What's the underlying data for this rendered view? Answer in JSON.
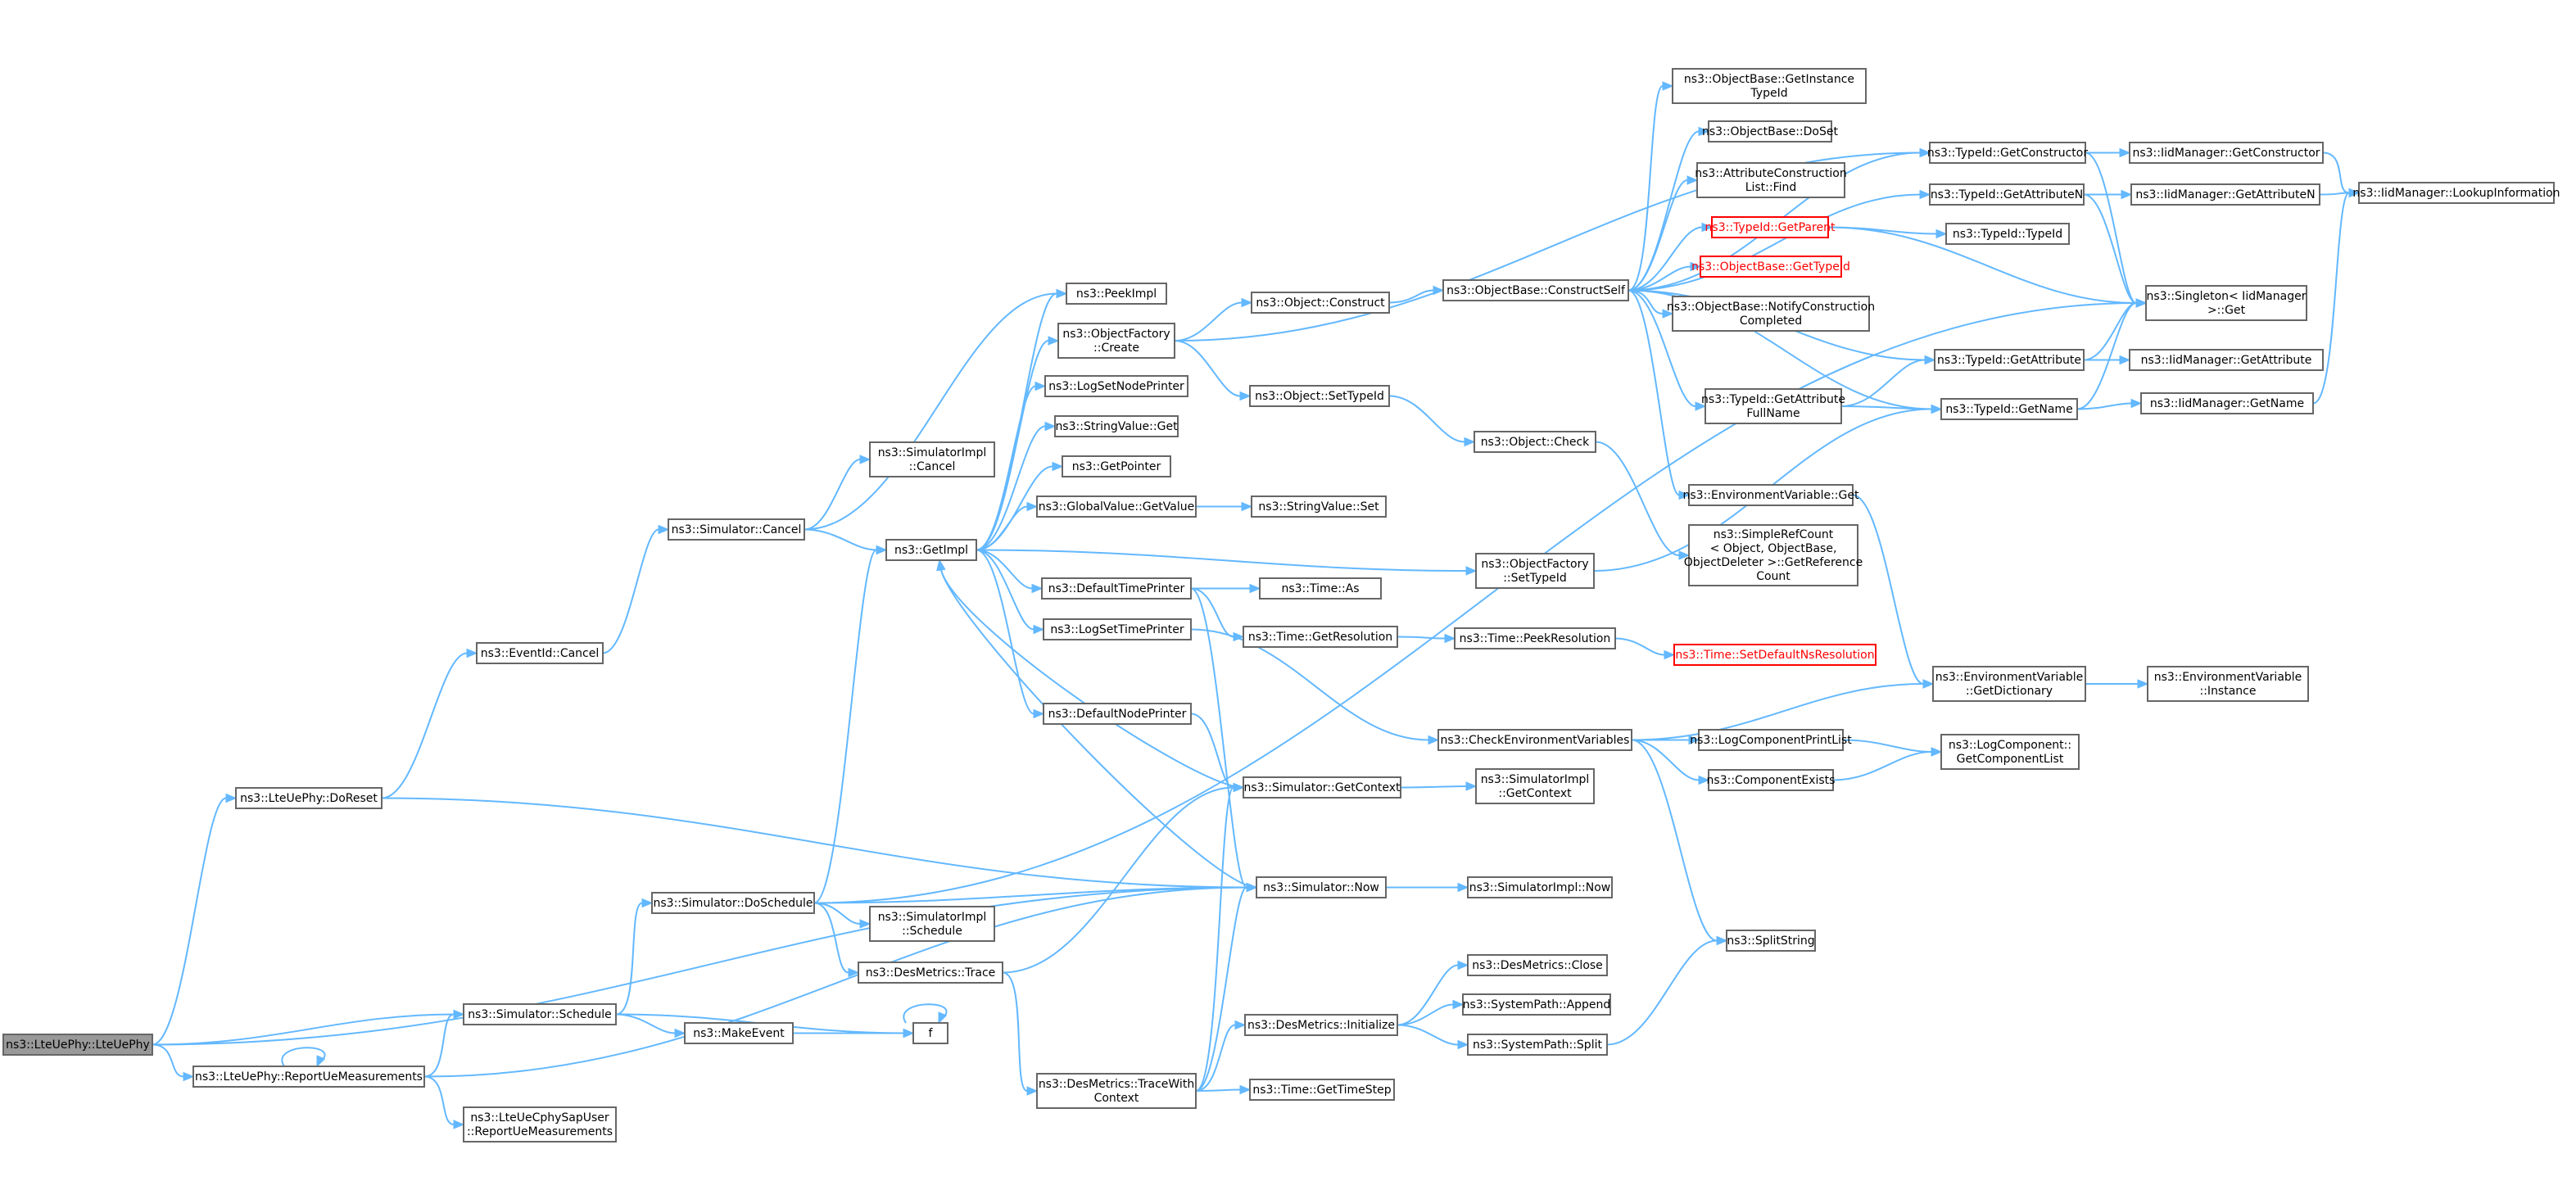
{
  "colors": {
    "edge": "#63b8ff",
    "node_border": "#666666",
    "root_fill": "#999999",
    "missing_border": "#ff0000"
  },
  "nodes": [
    {
      "id": "root",
      "lines": [
        "ns3::LteUePhy::LteUePhy"
      ],
      "style": "root"
    },
    {
      "id": "doreset",
      "lines": [
        "ns3::LteUePhy::DoReset"
      ]
    },
    {
      "id": "reportue",
      "lines": [
        "ns3::LteUePhy::ReportUeMeasurements"
      ]
    },
    {
      "id": "cphysap",
      "lines": [
        "ns3::LteUeCphySapUser",
        "::ReportUeMeasurements"
      ]
    },
    {
      "id": "eventcancel",
      "lines": [
        "ns3::EventId::Cancel"
      ]
    },
    {
      "id": "simcancel",
      "lines": [
        "ns3::Simulator::Cancel"
      ]
    },
    {
      "id": "simschedule",
      "lines": [
        "ns3::Simulator::Schedule"
      ]
    },
    {
      "id": "doschedule",
      "lines": [
        "ns3::Simulator::DoSchedule"
      ]
    },
    {
      "id": "implcancel",
      "lines": [
        "ns3::SimulatorImpl",
        "::Cancel"
      ]
    },
    {
      "id": "getimpl",
      "lines": [
        "ns3::GetImpl"
      ]
    },
    {
      "id": "implschedule",
      "lines": [
        "ns3::SimulatorImpl",
        "::Schedule"
      ]
    },
    {
      "id": "destrace",
      "lines": [
        "ns3::DesMetrics::Trace"
      ]
    },
    {
      "id": "makeevent",
      "lines": [
        "ns3::MakeEvent"
      ]
    },
    {
      "id": "f",
      "lines": [
        "f"
      ]
    },
    {
      "id": "peekimpl",
      "lines": [
        "ns3::PeekImpl"
      ]
    },
    {
      "id": "ofcreate",
      "lines": [
        "ns3::ObjectFactory",
        "::Create"
      ]
    },
    {
      "id": "logsetnode",
      "lines": [
        "ns3::LogSetNodePrinter"
      ]
    },
    {
      "id": "strget",
      "lines": [
        "ns3::StringValue::Get"
      ]
    },
    {
      "id": "getpointer",
      "lines": [
        "ns3::GetPointer"
      ]
    },
    {
      "id": "gvgetvalue",
      "lines": [
        "ns3::GlobalValue::GetValue"
      ]
    },
    {
      "id": "deftime",
      "lines": [
        "ns3::DefaultTimePrinter"
      ]
    },
    {
      "id": "logsettime",
      "lines": [
        "ns3::LogSetTimePrinter"
      ]
    },
    {
      "id": "defnode",
      "lines": [
        "ns3::DefaultNodePrinter"
      ]
    },
    {
      "id": "tracewith",
      "lines": [
        "ns3::DesMetrics::TraceWith",
        "Context"
      ]
    },
    {
      "id": "objconstruct",
      "lines": [
        "ns3::Object::Construct"
      ]
    },
    {
      "id": "objsettypeid",
      "lines": [
        "ns3::Object::SetTypeId"
      ]
    },
    {
      "id": "strset",
      "lines": [
        "ns3::StringValue::Set"
      ]
    },
    {
      "id": "timeas",
      "lines": [
        "ns3::Time::As"
      ]
    },
    {
      "id": "timegetres",
      "lines": [
        "ns3::Time::GetResolution"
      ]
    },
    {
      "id": "getcontext",
      "lines": [
        "ns3::Simulator::GetContext"
      ]
    },
    {
      "id": "simnow",
      "lines": [
        "ns3::Simulator::Now"
      ]
    },
    {
      "id": "desinit",
      "lines": [
        "ns3::DesMetrics::Initialize"
      ]
    },
    {
      "id": "gettimestep",
      "lines": [
        "ns3::Time::GetTimeStep"
      ]
    },
    {
      "id": "constructself",
      "lines": [
        "ns3::ObjectBase::ConstructSelf"
      ]
    },
    {
      "id": "objcheck",
      "lines": [
        "ns3::Object::Check"
      ]
    },
    {
      "id": "ofsettypeid",
      "lines": [
        "ns3::ObjectFactory",
        "::SetTypeId"
      ]
    },
    {
      "id": "timepeekres",
      "lines": [
        "ns3::Time::PeekResolution"
      ]
    },
    {
      "id": "checkenv",
      "lines": [
        "ns3::CheckEnvironmentVariables"
      ]
    },
    {
      "id": "implgetcontext",
      "lines": [
        "ns3::SimulatorImpl",
        "::GetContext"
      ]
    },
    {
      "id": "implnow",
      "lines": [
        "ns3::SimulatorImpl::Now"
      ]
    },
    {
      "id": "desclose",
      "lines": [
        "ns3::DesMetrics::Close"
      ]
    },
    {
      "id": "spappend",
      "lines": [
        "ns3::SystemPath::Append"
      ]
    },
    {
      "id": "spsplit",
      "lines": [
        "ns3::SystemPath::Split"
      ]
    },
    {
      "id": "obgetinst",
      "lines": [
        "ns3::ObjectBase::GetInstance",
        "TypeId"
      ]
    },
    {
      "id": "obdoset",
      "lines": [
        "ns3::ObjectBase::DoSet"
      ]
    },
    {
      "id": "acfind",
      "lines": [
        "ns3::AttributeConstruction",
        "List::Find"
      ]
    },
    {
      "id": "tidgetparent",
      "lines": [
        "ns3::TypeId::GetParent"
      ],
      "style": "red"
    },
    {
      "id": "obgettypeid",
      "lines": [
        "ns3::ObjectBase::GetTypeId"
      ],
      "style": "red"
    },
    {
      "id": "obnotify",
      "lines": [
        "ns3::ObjectBase::NotifyConstruction",
        "Completed"
      ]
    },
    {
      "id": "tidgetattrfull",
      "lines": [
        "ns3::TypeId::GetAttribute",
        "FullName"
      ]
    },
    {
      "id": "envget",
      "lines": [
        "ns3::EnvironmentVariable::Get"
      ]
    },
    {
      "id": "simplerefcount",
      "lines": [
        "ns3::SimpleRefCount",
        "< Object, ObjectBase,",
        "ObjectDeleter >::GetReference",
        "Count"
      ]
    },
    {
      "id": "setdefaultres",
      "lines": [
        "ns3::Time::SetDefaultNsResolution"
      ],
      "style": "red"
    },
    {
      "id": "logcompprint",
      "lines": [
        "ns3::LogComponentPrintList"
      ]
    },
    {
      "id": "compexists",
      "lines": [
        "ns3::ComponentExists"
      ]
    },
    {
      "id": "splitstring",
      "lines": [
        "ns3::SplitString"
      ]
    },
    {
      "id": "tidgetctor",
      "lines": [
        "ns3::TypeId::GetConstructor"
      ]
    },
    {
      "id": "tidgetattrn",
      "lines": [
        "ns3::TypeId::GetAttributeN"
      ]
    },
    {
      "id": "tidtypeid",
      "lines": [
        "ns3::TypeId::TypeId"
      ]
    },
    {
      "id": "tidgetattr",
      "lines": [
        "ns3::TypeId::GetAttribute"
      ]
    },
    {
      "id": "tidgetname",
      "lines": [
        "ns3::TypeId::GetName"
      ]
    },
    {
      "id": "envgetdict",
      "lines": [
        "ns3::EnvironmentVariable",
        "::GetDictionary"
      ]
    },
    {
      "id": "logcompgetlist",
      "lines": [
        "ns3::LogComponent::",
        "GetComponentList"
      ]
    },
    {
      "id": "iidgetctor",
      "lines": [
        "ns3::IidManager::GetConstructor"
      ]
    },
    {
      "id": "iidgetattrn",
      "lines": [
        "ns3::IidManager::GetAttributeN"
      ]
    },
    {
      "id": "singleton",
      "lines": [
        "ns3::Singleton< IidManager",
        ">::Get"
      ]
    },
    {
      "id": "iidgetattr",
      "lines": [
        "ns3::IidManager::GetAttribute"
      ]
    },
    {
      "id": "iidgetname",
      "lines": [
        "ns3::IidManager::GetName"
      ]
    },
    {
      "id": "envinstance",
      "lines": [
        "ns3::EnvironmentVariable",
        "::Instance"
      ]
    },
    {
      "id": "iidlookup",
      "lines": [
        "ns3::IidManager::LookupInformation"
      ]
    }
  ],
  "edges": [
    [
      "root",
      "doreset"
    ],
    [
      "root",
      "simschedule"
    ],
    [
      "root",
      "reportue"
    ],
    [
      "root",
      "simnow"
    ],
    [
      "doreset",
      "eventcancel"
    ],
    [
      "doreset",
      "simnow"
    ],
    [
      "reportue",
      "reportue"
    ],
    [
      "reportue",
      "simschedule"
    ],
    [
      "reportue",
      "cphysap"
    ],
    [
      "reportue",
      "simnow"
    ],
    [
      "eventcancel",
      "simcancel"
    ],
    [
      "simcancel",
      "implcancel"
    ],
    [
      "simcancel",
      "getimpl"
    ],
    [
      "simcancel",
      "peekimpl"
    ],
    [
      "simschedule",
      "doschedule"
    ],
    [
      "simschedule",
      "makeevent"
    ],
    [
      "simschedule",
      "f"
    ],
    [
      "doschedule",
      "getimpl"
    ],
    [
      "doschedule",
      "implschedule"
    ],
    [
      "doschedule",
      "destrace"
    ],
    [
      "doschedule",
      "simnow"
    ],
    [
      "doschedule",
      "singleton"
    ],
    [
      "makeevent",
      "f"
    ],
    [
      "f",
      "f"
    ],
    [
      "destrace",
      "getcontext"
    ],
    [
      "destrace",
      "tracewith"
    ],
    [
      "tracewith",
      "desinit"
    ],
    [
      "tracewith",
      "gettimestep"
    ],
    [
      "tracewith",
      "getcontext"
    ],
    [
      "tracewith",
      "simnow"
    ],
    [
      "getimpl",
      "peekimpl"
    ],
    [
      "getimpl",
      "ofcreate"
    ],
    [
      "getimpl",
      "logsetnode"
    ],
    [
      "getimpl",
      "strget"
    ],
    [
      "getimpl",
      "getpointer"
    ],
    [
      "getimpl",
      "gvgetvalue"
    ],
    [
      "getimpl",
      "deftime"
    ],
    [
      "getimpl",
      "logsettime"
    ],
    [
      "getimpl",
      "defnode"
    ],
    [
      "getimpl",
      "ofsettypeid"
    ],
    [
      "ofcreate",
      "objconstruct"
    ],
    [
      "ofcreate",
      "objsettypeid"
    ],
    [
      "ofcreate",
      "tidgetctor"
    ],
    [
      "gvgetvalue",
      "strset"
    ],
    [
      "deftime",
      "timeas"
    ],
    [
      "deftime",
      "timegetres"
    ],
    [
      "deftime",
      "simnow"
    ],
    [
      "logsettime",
      "checkenv"
    ],
    [
      "defnode",
      "getcontext"
    ],
    [
      "getcontext",
      "getimpl"
    ],
    [
      "getcontext",
      "implgetcontext"
    ],
    [
      "simnow",
      "getimpl"
    ],
    [
      "simnow",
      "implnow"
    ],
    [
      "desinit",
      "desclose"
    ],
    [
      "desinit",
      "spappend"
    ],
    [
      "desinit",
      "spsplit"
    ],
    [
      "objconstruct",
      "constructself"
    ],
    [
      "objsettypeid",
      "objcheck"
    ],
    [
      "objcheck",
      "simplerefcount"
    ],
    [
      "timegetres",
      "timepeekres"
    ],
    [
      "timepeekres",
      "setdefaultres"
    ],
    [
      "ofsettypeid",
      "tidgetname"
    ],
    [
      "constructself",
      "obgetinst"
    ],
    [
      "constructself",
      "obdoset"
    ],
    [
      "constructself",
      "acfind"
    ],
    [
      "constructself",
      "tidgetparent"
    ],
    [
      "constructself",
      "obgettypeid"
    ],
    [
      "constructself",
      "obnotify"
    ],
    [
      "constructself",
      "tidgetattr"
    ],
    [
      "constructself",
      "tidgetattrfull"
    ],
    [
      "constructself",
      "tidgetname"
    ],
    [
      "constructself",
      "envget"
    ],
    [
      "constructself",
      "tidgetattrn"
    ],
    [
      "constructself",
      "tidgetctor"
    ],
    [
      "tidgetparent",
      "tidtypeid"
    ],
    [
      "tidgetparent",
      "singleton"
    ],
    [
      "tidgetattrfull",
      "tidgetattr"
    ],
    [
      "tidgetattrfull",
      "tidgetname"
    ],
    [
      "envget",
      "envgetdict"
    ],
    [
      "checkenv",
      "envgetdict"
    ],
    [
      "checkenv",
      "logcompprint"
    ],
    [
      "checkenv",
      "compexists"
    ],
    [
      "checkenv",
      "splitstring"
    ],
    [
      "spsplit",
      "splitstring"
    ],
    [
      "logcompprint",
      "logcompgetlist"
    ],
    [
      "compexists",
      "logcompgetlist"
    ],
    [
      "envgetdict",
      "envinstance"
    ],
    [
      "tidgetctor",
      "iidgetctor"
    ],
    [
      "tidgetctor",
      "singleton"
    ],
    [
      "tidgetattrn",
      "iidgetattrn"
    ],
    [
      "tidgetattrn",
      "singleton"
    ],
    [
      "tidgetattr",
      "iidgetattr"
    ],
    [
      "tidgetattr",
      "singleton"
    ],
    [
      "tidgetname",
      "iidgetname"
    ],
    [
      "tidgetname",
      "singleton"
    ],
    [
      "iidgetctor",
      "iidlookup"
    ],
    [
      "iidgetattrn",
      "iidlookup"
    ],
    [
      "iidgetname",
      "iidlookup"
    ]
  ]
}
